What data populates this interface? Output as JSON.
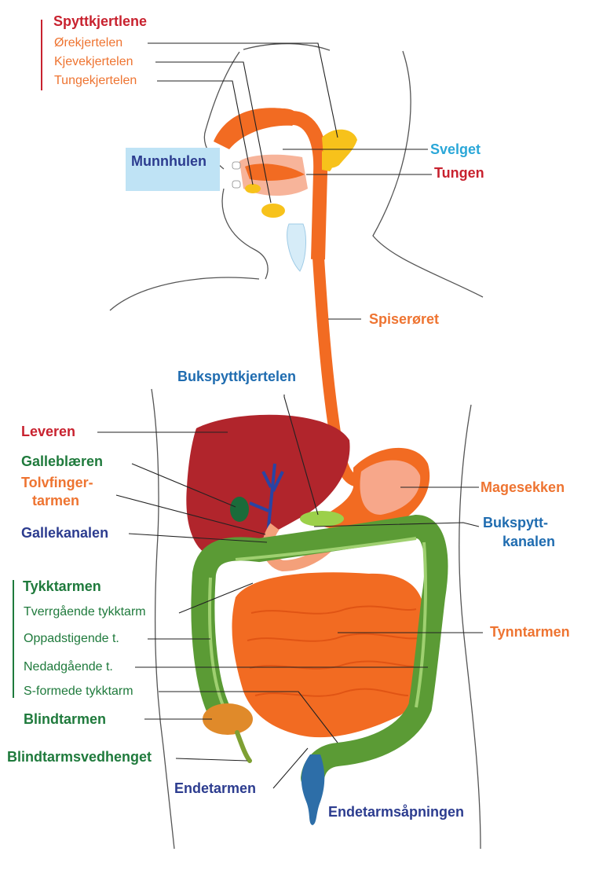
{
  "colors": {
    "red": "#c8222f",
    "orange": "#ee7431",
    "green": "#1f7a3c",
    "navy": "#2c3c8f",
    "cyan": "#2aa7d8",
    "blue": "#1f6cb0",
    "organ_orange": "#f26b22",
    "liver": "#b1252c",
    "colon": "#5b9b35",
    "gland_yellow": "#f7c21b",
    "mouth_highlight": "#bfe3f5"
  },
  "labels": {
    "salivary_group": "Spyttkjertlene",
    "parotid": "Ørekjertelen",
    "submandibular": "Kjevekjertelen",
    "sublingual": "Tungekjertelen",
    "mouth": "Munnhulen",
    "pharynx": "Svelget",
    "tongue": "Tungen",
    "esophagus": "Spiserøret",
    "pancreas": "Bukspyttkjertelen",
    "liver": "Leveren",
    "gallbladder": "Galleblæren",
    "duodenum_1": "Tolvfinger-",
    "duodenum_2": "tarmen",
    "bile_duct": "Gallekanalen",
    "stomach": "Magesekken",
    "pancreatic_duct_1": "Bukspytt-",
    "pancreatic_duct_2": "kanalen",
    "colon_group": "Tykktarmen",
    "transverse": "Tverrgående tykktarm",
    "ascending": "Oppadstigende t.",
    "descending": "Nedadgående t.",
    "sigmoid": "S-formede tykktarm",
    "small_intestine": "Tynntarmen",
    "cecum": "Blindtarmen",
    "appendix": "Blindtarmsvedhenget",
    "rectum": "Endetarmen",
    "anus": "Endetarmsåpningen"
  }
}
